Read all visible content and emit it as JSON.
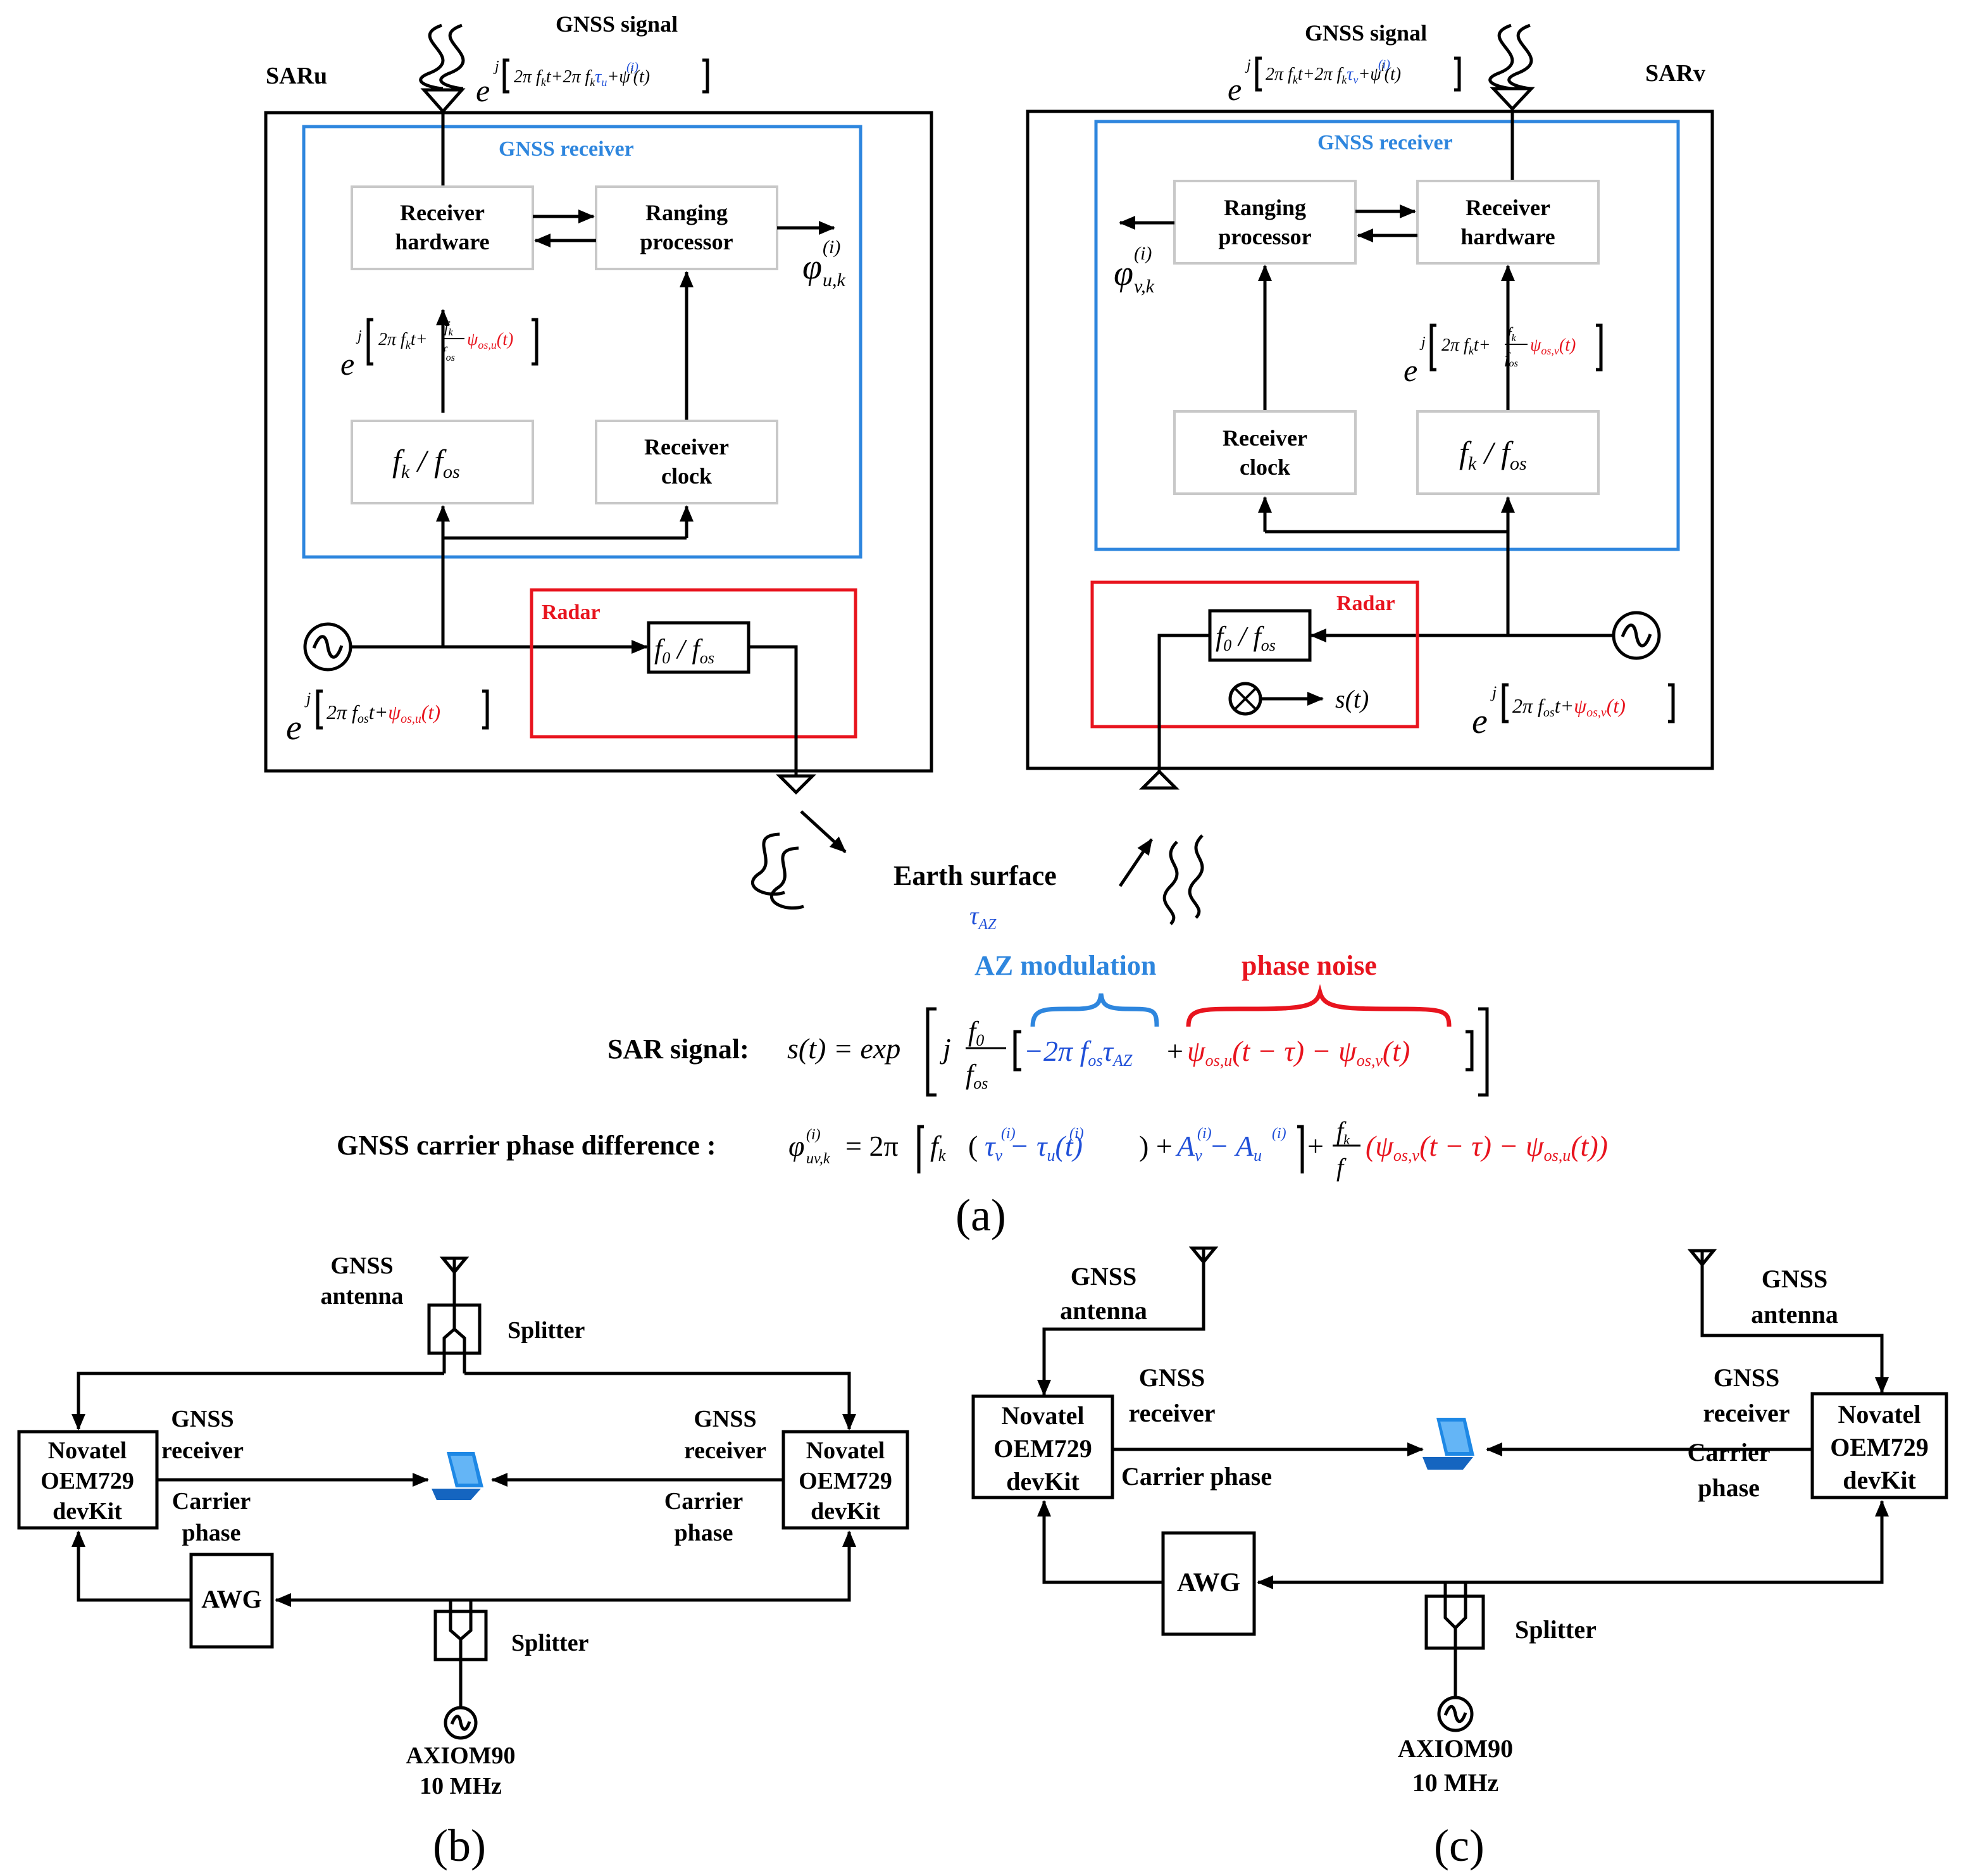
{
  "panel_a": {
    "saru": {
      "title": "SARu",
      "gnss_signal_label": "GNSS signal",
      "gnss_signal_eq": "e^{j[2πf_k t + 2πf_k τ_u^(i) + ψ^i(t)]}",
      "gnss_receiver_label": "GNSS receiver",
      "receiver_hardware": [
        "Receiver",
        "hardware"
      ],
      "ranging_processor": [
        "Ranging",
        "processor"
      ],
      "receiver_clock": [
        "Receiver",
        "clock"
      ],
      "fk_fos": "f_k / f_os",
      "phase_output": "φ_{u,k}^(i)",
      "lo_eq": "e^{j[2πf_k t + (f_k/f_os) ψ_{os,u}(t)]}",
      "radar_label": "Radar",
      "f0_fos": "f_0 / f_os",
      "osc_eq": "e^{j[2πf_os t + ψ_{os,u}(t)]}"
    },
    "sarv": {
      "title": "SARv",
      "gnss_signal_label": "GNSS signal",
      "gnss_signal_eq": "e^{j[2πf_k t + 2πf_k τ_v^(i) + ψ^i(t)]}",
      "gnss_receiver_label": "GNSS receiver",
      "ranging_processor": [
        "Ranging",
        "processor"
      ],
      "receiver_hardware": [
        "Receiver",
        "hardware"
      ],
      "receiver_clock": [
        "Receiver",
        "clock"
      ],
      "fk_fos": "f_k / f_os",
      "phase_output": "φ_{v,k}^(i)",
      "lo_eq": "e^{j[2πf_k t + (f_k/f_os) ψ_{os,v}(t)]}",
      "radar_label": "Radar",
      "f0_fos": "f_0 / f_os",
      "mixer_output": "s(t)",
      "osc_eq": "e^{j[2πf_os t + ψ_{os,v}(t)]}"
    },
    "earth_surface": "Earth surface",
    "tau_az": "τ_AZ",
    "az_modulation": "AZ modulation",
    "phase_noise": "phase noise",
    "sar_signal_label": "SAR signal:",
    "gnss_cpd_label": "GNSS carrier phase difference :",
    "caption": "(a)"
  },
  "panel_b": {
    "gnss_antenna": [
      "GNSS",
      "antenna"
    ],
    "splitter_top": "Splitter",
    "left_receiver": [
      "Novatel",
      "OEM729",
      "devKit"
    ],
    "right_receiver": [
      "Novatel",
      "OEM729",
      "devKit"
    ],
    "left_gnss_receiver": [
      "GNSS",
      "receiver"
    ],
    "left_carrier_phase": [
      "Carrier",
      "phase"
    ],
    "right_gnss_receiver": [
      "GNSS",
      "receiver"
    ],
    "right_carrier_phase": [
      "Carrier",
      "phase"
    ],
    "awg": "AWG",
    "splitter_bottom": "Splitter",
    "clock_source": [
      "AXIOM90",
      "10 MHz"
    ],
    "caption": "(b)"
  },
  "panel_c": {
    "left_gnss_antenna": [
      "GNSS",
      "antenna"
    ],
    "right_gnss_antenna": [
      "GNSS",
      "antenna"
    ],
    "left_receiver": [
      "Novatel",
      "OEM729",
      "devKit"
    ],
    "right_receiver": [
      "Novatel",
      "OEM729",
      "devKit"
    ],
    "left_gnss_receiver": [
      "GNSS",
      "receiver"
    ],
    "left_carrier_phase": "Carrier phase",
    "right_gnss_receiver": [
      "GNSS",
      "receiver"
    ],
    "right_carrier_phase": [
      "Carrier",
      "phase"
    ],
    "awg": "AWG",
    "splitter": "Splitter",
    "clock_source": [
      "AXIOM90",
      "10 MHz"
    ],
    "caption": "(c)"
  },
  "colors": {
    "gnss_box": "#2e86de",
    "radar_box": "#e8141e",
    "az_brace": "#2e86de",
    "noise_brace": "#e8141e",
    "math_blue": "#1f4fd8",
    "math_red": "#e8141e"
  },
  "icons": [
    "antenna-icon",
    "oscillator-icon",
    "mixer-icon",
    "laptop-icon",
    "splitter-icon"
  ]
}
